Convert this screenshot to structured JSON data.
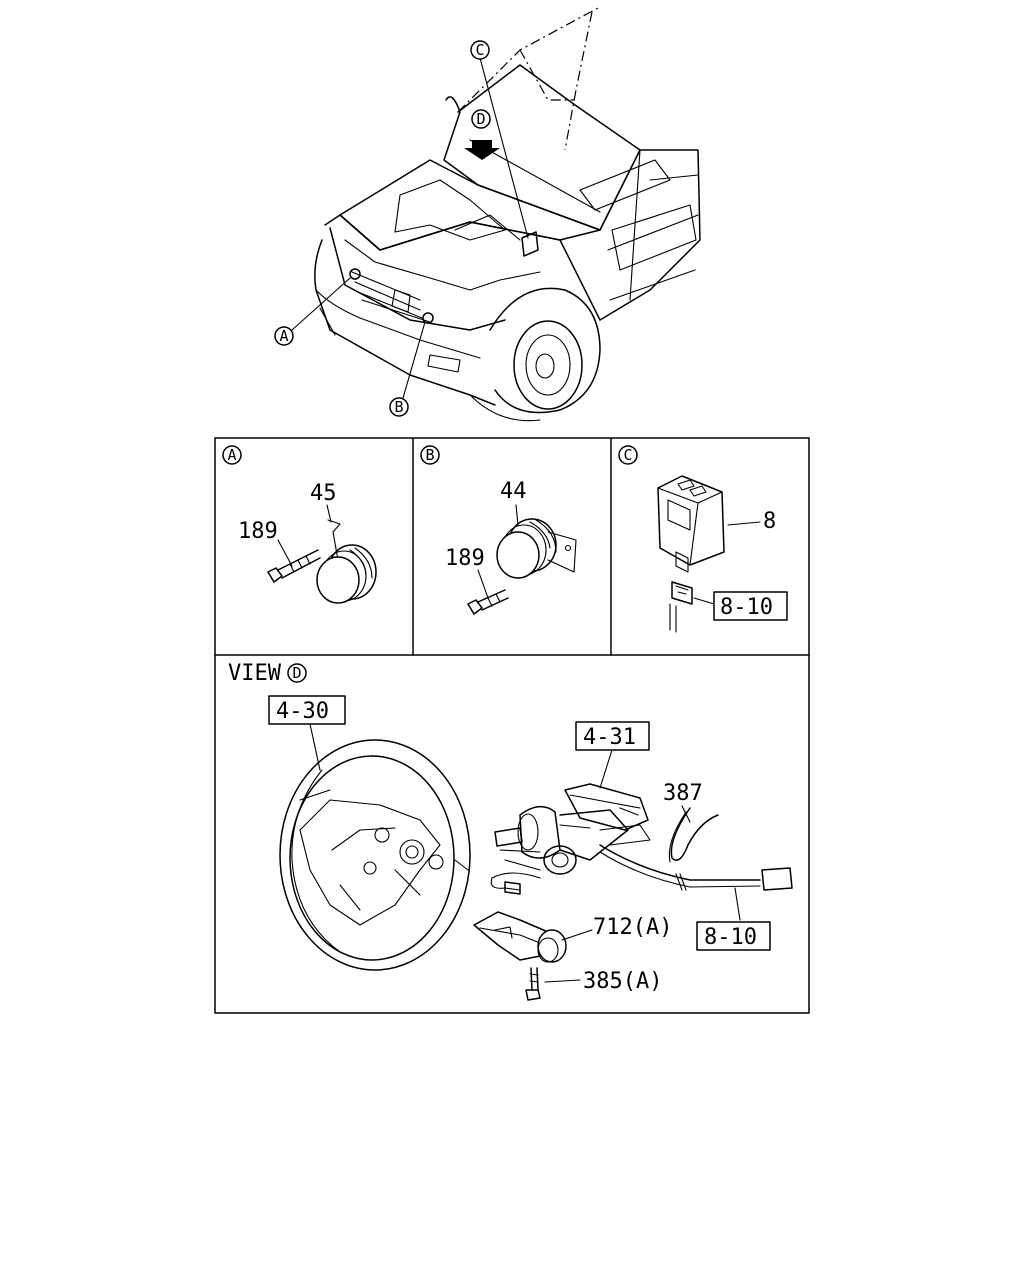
{
  "callouts": {
    "A": "A",
    "B": "B",
    "C": "C",
    "D": "D"
  },
  "panels": {
    "a": {
      "part_horn": "45",
      "part_bolt": "189"
    },
    "b": {
      "part_horn": "44",
      "part_bolt": "189"
    },
    "c": {
      "part_module": "8",
      "ref_harness": "8-10"
    },
    "view": {
      "label": "VIEW",
      "ref_wheel": "4-30",
      "ref_column": "4-31",
      "part_tie": "387",
      "part_sensor": "712(A)",
      "part_screw": "385(A)",
      "ref_harness": "8-10"
    }
  }
}
